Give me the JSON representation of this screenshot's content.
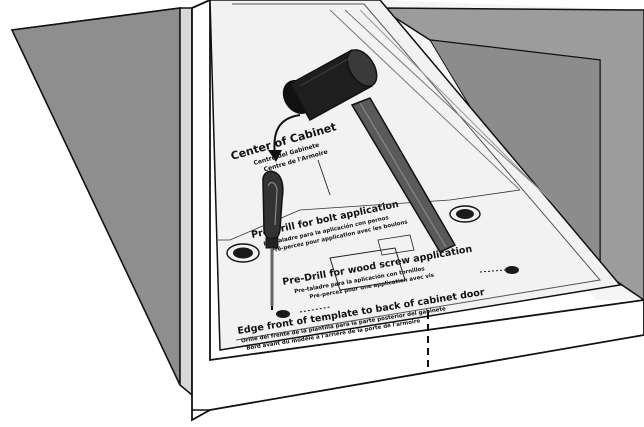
{
  "template": {
    "center_label": [
      "Center of Cabinet",
      "Centro del Gabinete",
      "Centre de l'Armoire"
    ],
    "bolt_label": [
      "Pre-Drill for bolt application",
      "Pre-taladre para la aplicación con pernos",
      "Pré-percez pour application avec les boulons"
    ],
    "screw_label": [
      "Pre-Drill for wood screw application",
      "Pre-taladre para la aplicación con tornillos",
      "Pré-percez pour une application avec vis"
    ],
    "edge_label": [
      "Edge front of template to back of cabinet door",
      "Orille del frente de la plantilla para la parte posterior del gabinete",
      "Bord avant du modèle à l'arrière de la porte de l'armoire"
    ]
  },
  "colors": {
    "cabinet_side": "#9a9a9a",
    "cabinet_side_dark": "#8a8a8a",
    "template_paper": "#f2f2f2",
    "mallet_head": "#1e1e1e",
    "tool_handle": "#4a4a4a",
    "outline": "#111111"
  },
  "icons": [
    "mallet-icon",
    "screwdriver-icon",
    "curved-arrow-icon",
    "drill-hole-icon",
    "dashed-center-line-icon"
  ]
}
